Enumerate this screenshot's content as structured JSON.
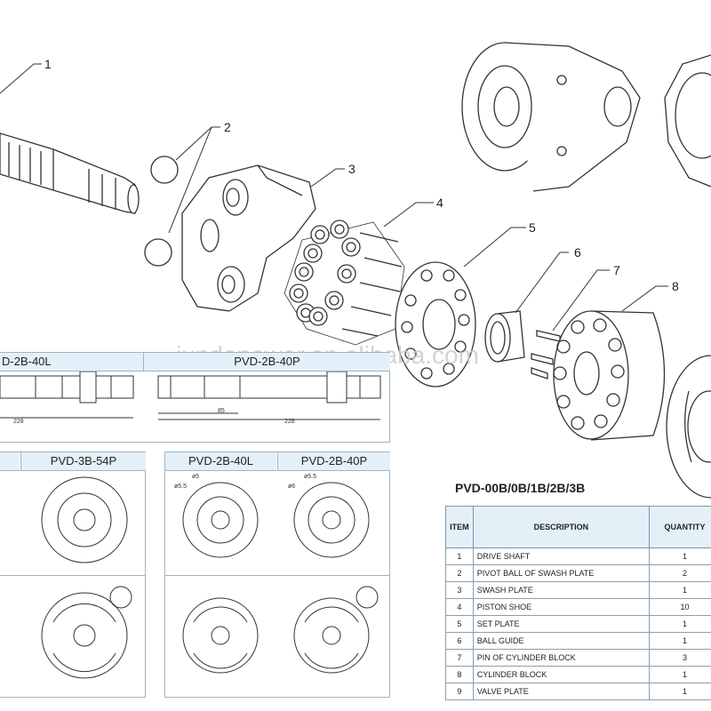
{
  "watermark": "jundapower.en.alibaba.com",
  "callouts": [
    "1",
    "2",
    "3",
    "4",
    "5",
    "6",
    "7",
    "8"
  ],
  "shaft_panel": {
    "label_left": "D-2B-40L",
    "label_right": "PVD-2B-40P",
    "dim_left": "228",
    "dim_right_small": "85",
    "dim_right": "228"
  },
  "valve_panel_left": {
    "label": "PVD-3B-54P"
  },
  "valve_panel_right": {
    "label_a": "PVD-2B-40L",
    "label_b": "PVD-2B-40P",
    "dia_a": "ø5",
    "dia_a2": "ø5.5",
    "dia_b": "ø5.5",
    "dia_b2": "ø6"
  },
  "parts_table": {
    "title": "PVD-00B/0B/1B/2B/3B",
    "headers": {
      "item": "ITEM",
      "description": "DESCRIPTION",
      "quantity": "QUANTITY"
    },
    "rows": [
      {
        "item": "1",
        "description": "DRIVE SHAFT",
        "quantity": "1"
      },
      {
        "item": "2",
        "description": "PIVOT BALL OF SWASH PLATE",
        "quantity": "2"
      },
      {
        "item": "3",
        "description": "SWASH PLATE",
        "quantity": "1"
      },
      {
        "item": "4",
        "description": "PISTON SHOE",
        "quantity": "10"
      },
      {
        "item": "5",
        "description": "SET PLATE",
        "quantity": "1"
      },
      {
        "item": "6",
        "description": "BALL GUIDE",
        "quantity": "1"
      },
      {
        "item": "7",
        "description": "PIN OF CYLINDER BLOCK",
        "quantity": "3"
      },
      {
        "item": "8",
        "description": "CYLINDER BLOCK",
        "quantity": "1"
      },
      {
        "item": "9",
        "description": "VALVE PLATE",
        "quantity": "1"
      }
    ]
  }
}
